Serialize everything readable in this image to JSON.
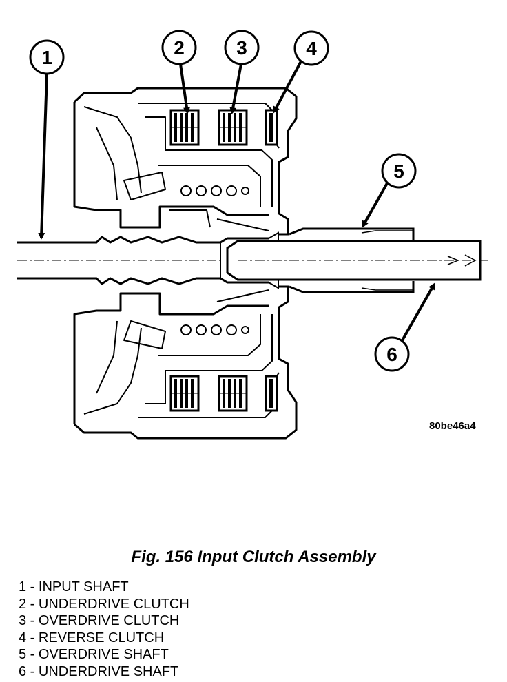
{
  "callouts": [
    {
      "number": "1",
      "label": "INPUT SHAFT"
    },
    {
      "number": "2",
      "label": "UNDERDRIVE CLUTCH"
    },
    {
      "number": "3",
      "label": "OVERDRIVE CLUTCH"
    },
    {
      "number": "4",
      "label": "REVERSE CLUTCH"
    },
    {
      "number": "5",
      "label": "OVERDRIVE SHAFT"
    },
    {
      "number": "6",
      "label": "UNDERDRIVE SHAFT"
    }
  ],
  "figure_code": "80be46a4",
  "caption": "Fig. 156 Input Clutch Assembly",
  "legend": [
    "1 - INPUT SHAFT",
    "2 - UNDERDRIVE CLUTCH",
    "3 - OVERDRIVE CLUTCH",
    "4 - REVERSE CLUTCH",
    "5 - OVERDRIVE SHAFT",
    "6 - UNDERDRIVE SHAFT"
  ]
}
